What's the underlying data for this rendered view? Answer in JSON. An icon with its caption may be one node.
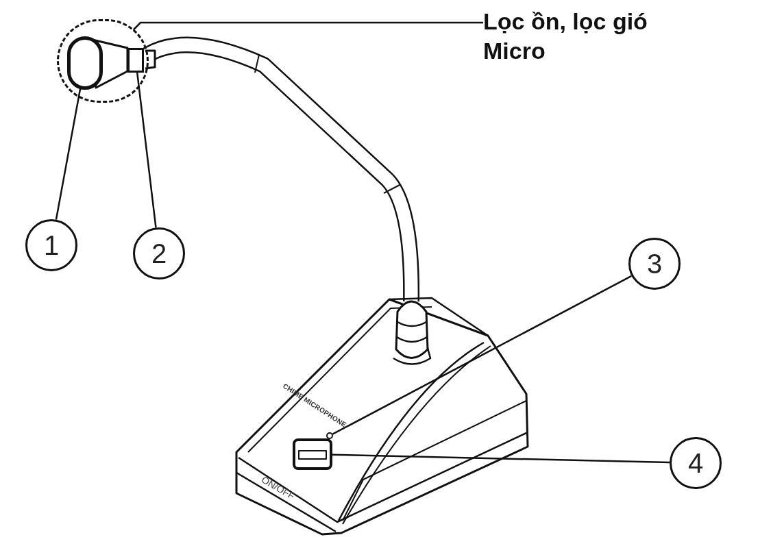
{
  "diagram": {
    "nodes": [
      {
        "text": [
          "Lọc ồn, lọc gió",
          "Micro"
        ]
      },
      {
        "text": [
          "1"
        ]
      },
      {
        "text": [
          "2"
        ]
      },
      {
        "text": [
          "3"
        ]
      },
      {
        "text": [
          "4"
        ]
      },
      {
        "text": [],
        "shape": "circle"
      },
      {
        "text": [],
        "shape": "circle",
        "in": 5
      },
      {
        "text": [],
        "shape": "box",
        "in": 5
      },
      {
        "text": [],
        "shape": "circle"
      },
      {
        "text": [],
        "shape": "box"
      }
    ],
    "edges": [
      {
        "from": 0,
        "to": 5,
        "arrow": "none"
      },
      {
        "from": 1,
        "to": 6,
        "arrow": "none"
      },
      {
        "from": 2,
        "to": 7,
        "arrow": "none"
      },
      {
        "from": 3,
        "to": 8,
        "arrow": "none"
      },
      {
        "from": 4,
        "to": 9,
        "arrow": "none"
      }
    ],
    "labels": [
      "CHIME MICROPHONE",
      "ON/OFF"
    ]
  }
}
